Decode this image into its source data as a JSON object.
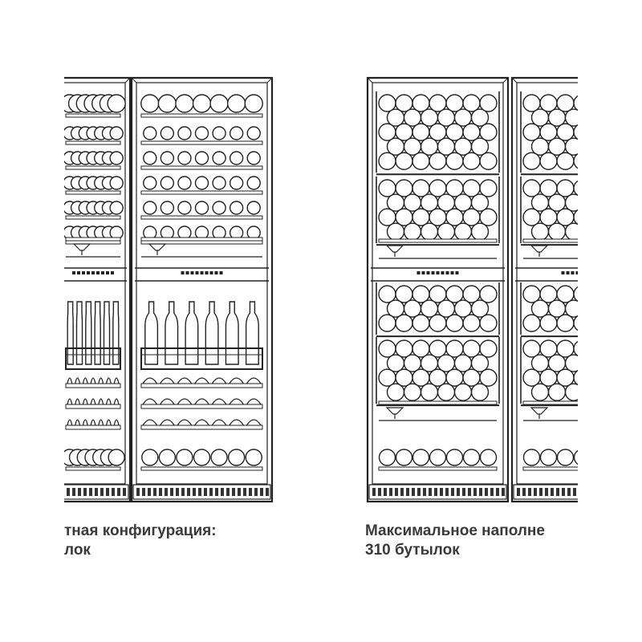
{
  "left_figure": {
    "caption_line1": "тная конфигурация:",
    "caption_line2": "лок"
  },
  "right_figure": {
    "caption_line1": "Максимальное наполне",
    "caption_line2": "310 бутылок"
  },
  "colors": {
    "line": "#222222",
    "frame_fill": "#ffffff",
    "grille": "#333333",
    "background": "#ffffff"
  }
}
